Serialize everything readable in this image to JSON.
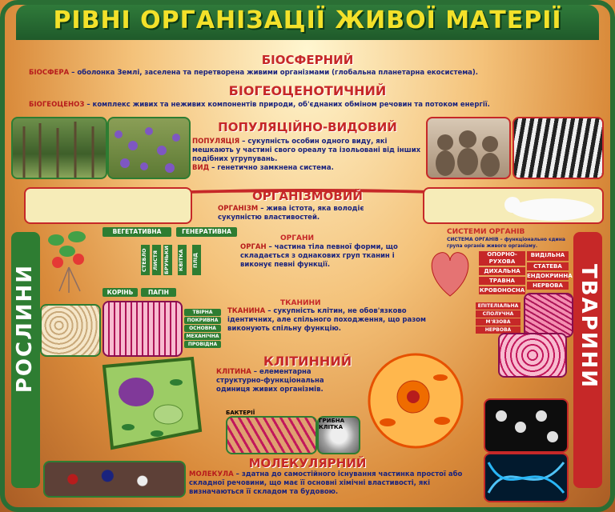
{
  "title": "РІВНІ ОРГАНІЗАЦІЇ ЖИВОЇ МАТЕРІЇ",
  "levels": {
    "biosphere": {
      "name": "БІОСФЕРНИЙ",
      "term": "БІОСФЕРА",
      "definition": " – оболонка Землі, заселена та перетворена живими організмами (глобальна планетарна екосистема)."
    },
    "biogeocenotic": {
      "name": "БІОГЕОЦЕНОТИЧНИЙ",
      "term": "БІОГЕОЦЕНОЗ",
      "definition": " – комплекс живих та неживих компонентів природи, об'єднаних обміном речовин та потоком енергії."
    },
    "population": {
      "name": "ПОПУЛЯЦІЙНО-ВИДОВИЙ",
      "term": "ПОПУЛЯЦІЯ",
      "definition": " – сукупність особин одного виду, які мешкають у частині свого ореалу та ізольовані від інших подібних угрупувань.",
      "term2": "ВИД",
      "definition2": " – генетично замкнена система."
    },
    "organism": {
      "name": "ОРГАНІЗМОВИЙ",
      "term": "ОРГАНІЗМ",
      "definition": " – жива істота, яка володіє сукупністю властивостей."
    },
    "organs": {
      "heading": "ОРГАНИ",
      "term": "ОРГАН",
      "definition": " – частина тіла певної форми, що складається з однакових груп тканин і виконує певні функції."
    },
    "tissues": {
      "heading": "ТКАНИНИ",
      "term": "ТКАНИНА",
      "definition": " – сукупність клітин, не обов'язково ідентичних, але спільного походження, що разом виконують спільну функцію."
    },
    "cellular": {
      "name": "КЛІТИННИЙ",
      "term": "КЛІТИНА",
      "definition": " – елементарна структурно-функціональна одиниця живих організмів."
    },
    "molecular": {
      "name": "МОЛЕКУЛЯРНИЙ",
      "term": "МОЛЕКУЛА",
      "definition": " – здатна до самостійного існування частинка простої або складної речовини, що має її основні хімічні властивості, які визначаються її складом та будовою."
    }
  },
  "plants": {
    "label": "РОСЛИНИ",
    "vegetative": "ВЕГЕТАТИВНА",
    "generative": "ГЕНЕРАТИВНА",
    "organs": [
      "СТЕБЛО",
      "ЛИСТЯ",
      "БРУНЬКИ",
      "КВІТКА",
      "ПЛІД"
    ],
    "root": "КОРІНЬ",
    "shoot": "ПАГІН",
    "tissues": [
      "ТВІРНА",
      "ПОКРИВНА",
      "ОСНОВНА",
      "МЕХАНІЧНА",
      "ПРОВІДНА"
    ]
  },
  "animals": {
    "label": "ТВАРИНИ",
    "systems_title": "СИСТЕМИ ОРГАНІВ",
    "systems_def": "СИСТЕМА ОРГАНІВ – функціонально єдина група органів живого організму.",
    "systems": [
      "ОПОРНО-РУХОВА",
      "ВИДІЛЬНА",
      "ДИХАЛЬНА",
      "СТАТЕВА",
      "ТРАВНА",
      "ЕНДОКРИННА",
      "КРОВОНОСНА",
      "НЕРВОВА"
    ],
    "tissues": [
      "ЕПІТЕЛІАЛЬНА",
      "СПОЛУЧНА",
      "М'ЯЗОВА",
      "НЕРВОВА"
    ]
  },
  "labels": {
    "bacteria": "БАКТЕРІЇ",
    "fungal_cell": "ГРИБНА КЛІТКА"
  },
  "colors": {
    "frame": "#2a6e34",
    "title": "#f3e12a",
    "level": "#c62828",
    "text": "#1a237e",
    "plant_box": "#2e7d32",
    "animal_box": "#c62828"
  }
}
